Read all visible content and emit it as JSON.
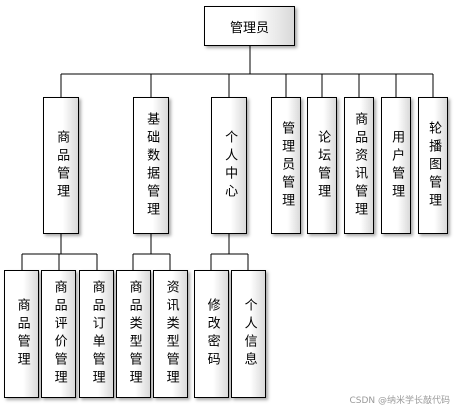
{
  "diagram": {
    "root": "管理员",
    "level1": [
      {
        "label": "商品管理",
        "children": [
          "商品管理",
          "商品评价管理",
          "商品订单管理"
        ]
      },
      {
        "label": "基础数据管理",
        "children": [
          "商品类型管理",
          "资讯类型管理"
        ]
      },
      {
        "label": "个人中心",
        "children": [
          "修改密码",
          "个人信息"
        ]
      },
      {
        "label": "管理员管理",
        "children": []
      },
      {
        "label": "论坛管理",
        "children": []
      },
      {
        "label": "商品资讯管理",
        "children": []
      },
      {
        "label": "用户管理",
        "children": []
      },
      {
        "label": "轮播图管理",
        "children": []
      }
    ]
  },
  "watermark": "CSDN @纳米学长敲代码"
}
